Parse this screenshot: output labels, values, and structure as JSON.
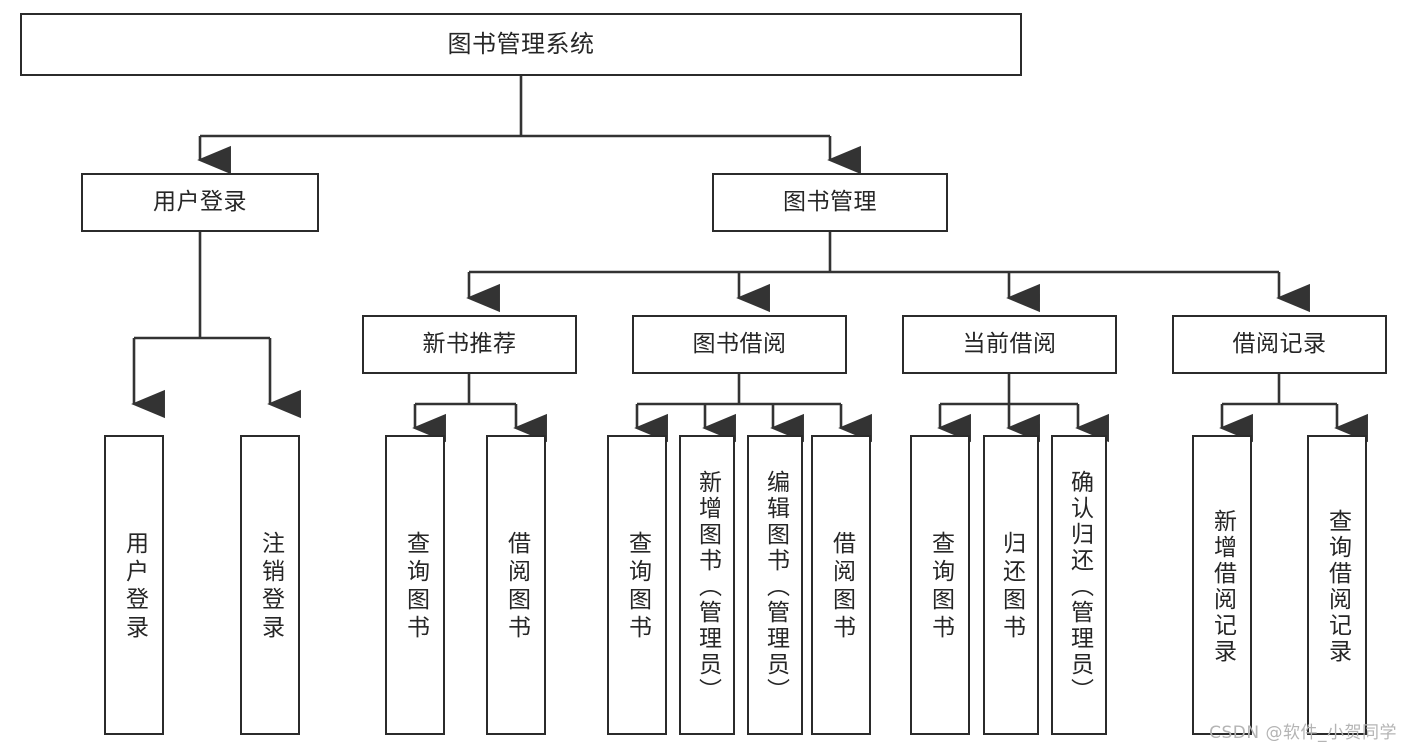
{
  "diagram": {
    "title": "图书管理系统",
    "type": "tree-hierarchy-chart",
    "watermark": "CSDN @软件_小贺同学",
    "colors": {
      "box_border": "#2b2b2b",
      "box_fill": "#ffffff",
      "text": "#262626",
      "edge": "#333333",
      "watermark": "#b4b4b4",
      "background": "#ffffff"
    },
    "levels": {
      "root": {
        "label": "图书管理系统"
      },
      "level2": [
        {
          "label": "用户登录"
        },
        {
          "label": "图书管理"
        }
      ],
      "level3": [
        {
          "label": "新书推荐"
        },
        {
          "label": "图书借阅"
        },
        {
          "label": "当前借阅"
        },
        {
          "label": "借阅记录"
        }
      ],
      "leaves": {
        "user_login": [
          {
            "label": "用户登录"
          },
          {
            "label": "注销登录"
          }
        ],
        "new_book_recommend": [
          {
            "label": "查询图书"
          },
          {
            "label": "借阅图书"
          }
        ],
        "book_borrow": [
          {
            "label": "查询图书"
          },
          {
            "label": "新增图书（管理员）"
          },
          {
            "label": "编辑图书（管理员）"
          },
          {
            "label": "借阅图书"
          }
        ],
        "current_borrow": [
          {
            "label": "查询图书"
          },
          {
            "label": "归还图书"
          },
          {
            "label": "确认归还（管理员）"
          }
        ],
        "borrow_record": [
          {
            "label": "新增借阅记录"
          },
          {
            "label": "查询借阅记录"
          }
        ]
      }
    }
  }
}
